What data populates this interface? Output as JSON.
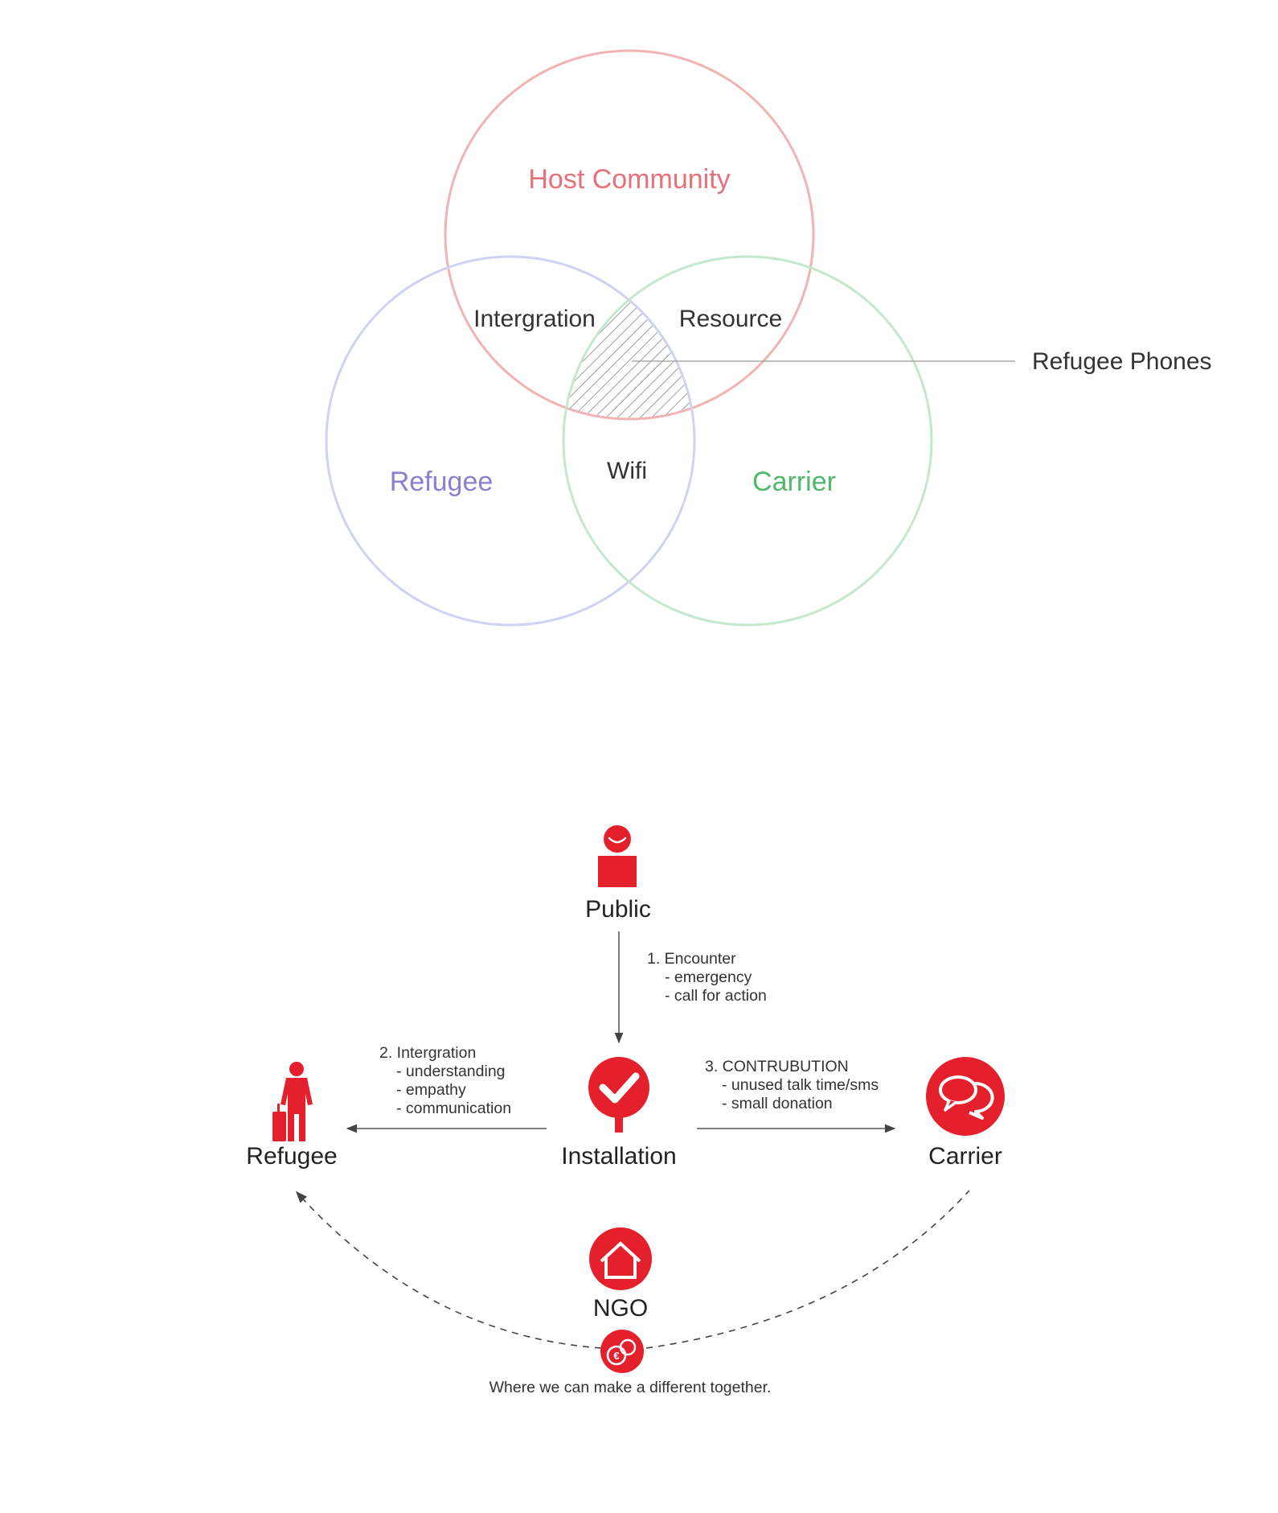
{
  "venn": {
    "circles": [
      {
        "label": "Host Community",
        "color": "#e98a8a",
        "text_color": "#e8707a"
      },
      {
        "label": "Refugee",
        "color": "#c4c8f0",
        "text_color": "#8a7fd0"
      },
      {
        "label": "Carrier",
        "color": "#b9e3c6",
        "text_color": "#4fb86a"
      }
    ],
    "intersections": {
      "host_refugee": "Intergration",
      "host_carrier": "Resource",
      "refugee_carrier": "Wifi"
    },
    "callout": "Refugee Phones"
  },
  "flow": {
    "accent_color": "#e3202b",
    "nodes": {
      "public": "Public",
      "installation": "Installation",
      "refugee": "Refugee",
      "carrier": "Carrier",
      "ngo": "NGO"
    },
    "steps": {
      "encounter": [
        "1. Encounter",
        "- emergency",
        "- call for action"
      ],
      "integration": [
        "2. Intergration",
        "- understanding",
        "- empathy",
        "- communication"
      ],
      "contribution": [
        "3.  CONTRUBUTION",
        "- unused talk time/sms",
        "- small donation"
      ]
    },
    "footer": "Where we can make a different together.",
    "icons": [
      "person-smile-icon",
      "checkmark-sign-icon",
      "traveler-luggage-icon",
      "chat-bubbles-icon",
      "house-icon",
      "euro-coins-icon"
    ]
  }
}
